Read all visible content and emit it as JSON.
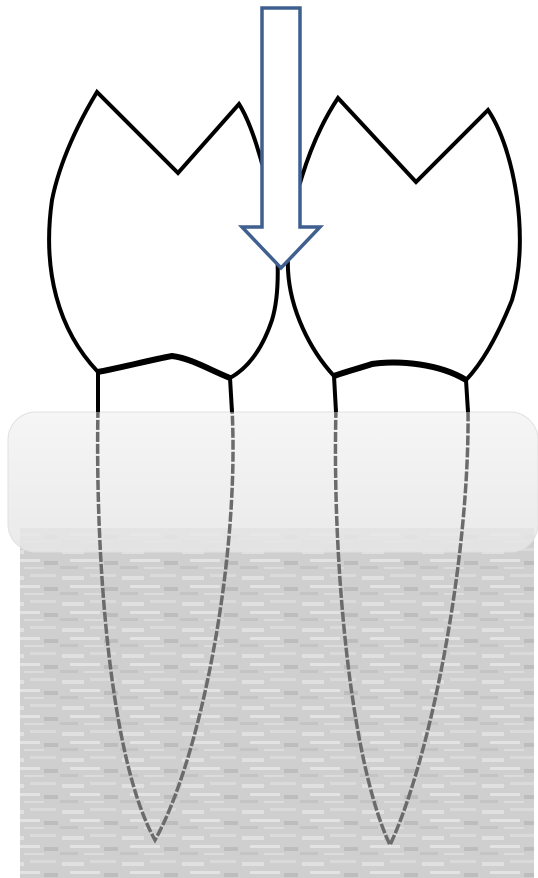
{
  "diagram": {
    "elements": [
      {
        "kind": "tooth",
        "id": "left"
      },
      {
        "kind": "tooth",
        "id": "right"
      },
      {
        "kind": "force-arrow",
        "direction": "down"
      },
      {
        "kind": "gum-layer"
      },
      {
        "kind": "bone-block"
      }
    ]
  },
  "colors": {
    "background": "#ffffff",
    "tooth_outline": "#000000",
    "arrow_fill": "#ffffff",
    "arrow_stroke": "#3f5f8f",
    "gum_fill": "#e6e6e6",
    "gum_edge": "#f4f4f4",
    "bone_fill": "#cfcfcf",
    "bone_grain_light": "#e0e0e0",
    "bone_grain_dark": "#bdbdbd",
    "root_in_bone": "#6b6b6b"
  },
  "icons": {
    "arrow": "down-arrow-icon"
  }
}
